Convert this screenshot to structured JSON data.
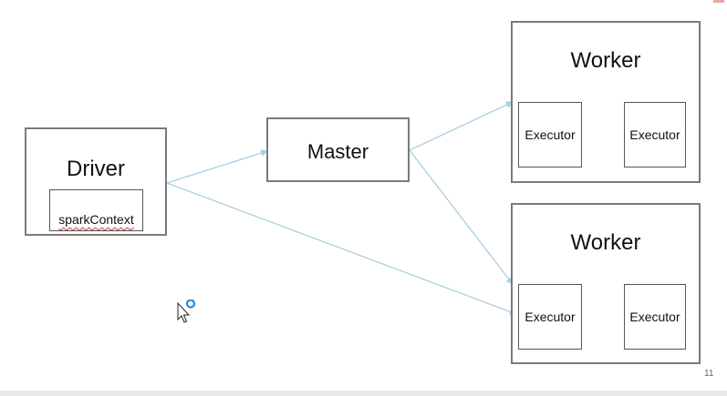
{
  "driver": {
    "title": "Driver",
    "context_label": "sparkContext"
  },
  "master": {
    "title": "Master"
  },
  "workers": [
    {
      "title": "Worker",
      "executors": [
        "Executor",
        "Executor"
      ]
    },
    {
      "title": "Worker",
      "executors": [
        "Executor",
        "Executor"
      ]
    }
  ],
  "slide": {
    "page_number": "11"
  },
  "colors": {
    "arrow": "#a9cfe0",
    "box_border": "#7a7a7a",
    "cursor_ring": "#2f8fe0"
  },
  "icons": {
    "cursor": "busy-pointer-icon"
  }
}
